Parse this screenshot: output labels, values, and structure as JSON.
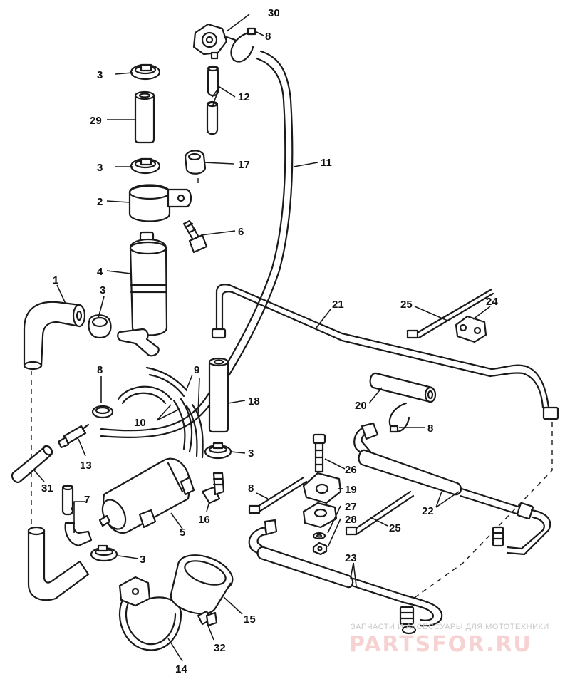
{
  "diagram": {
    "labels": {
      "l1": "1",
      "l2": "2",
      "l3a": "3",
      "l3b": "3",
      "l3c": "3",
      "l3d": "3",
      "l3e": "3",
      "l4": "4",
      "l5": "5",
      "l6": "6",
      "l7": "7",
      "l8a": "8",
      "l8b": "8",
      "l8c": "8",
      "l8d": "8",
      "l9": "9",
      "l10": "10",
      "l11": "11",
      "l12": "12",
      "l13": "13",
      "l14": "14",
      "l15": "15",
      "l16": "16",
      "l17": "17",
      "l18": "18",
      "l19": "19",
      "l20": "20",
      "l21": "21",
      "l22": "22",
      "l23": "23",
      "l24": "24",
      "l25a": "25",
      "l25b": "25",
      "l26": "26",
      "l27": "27",
      "l28": "28",
      "l29": "29",
      "l30": "30",
      "l31": "31",
      "l32": "32"
    }
  },
  "watermark": {
    "caption": "ЗАПЧАСТИ И АКСЕССУАРЫ ДЛЯ МОТОТЕХНИКИ",
    "site": "PARTSFOR.RU"
  },
  "colors": {
    "ink": "#1a1a1a",
    "watermark": "#f6d2d2"
  }
}
